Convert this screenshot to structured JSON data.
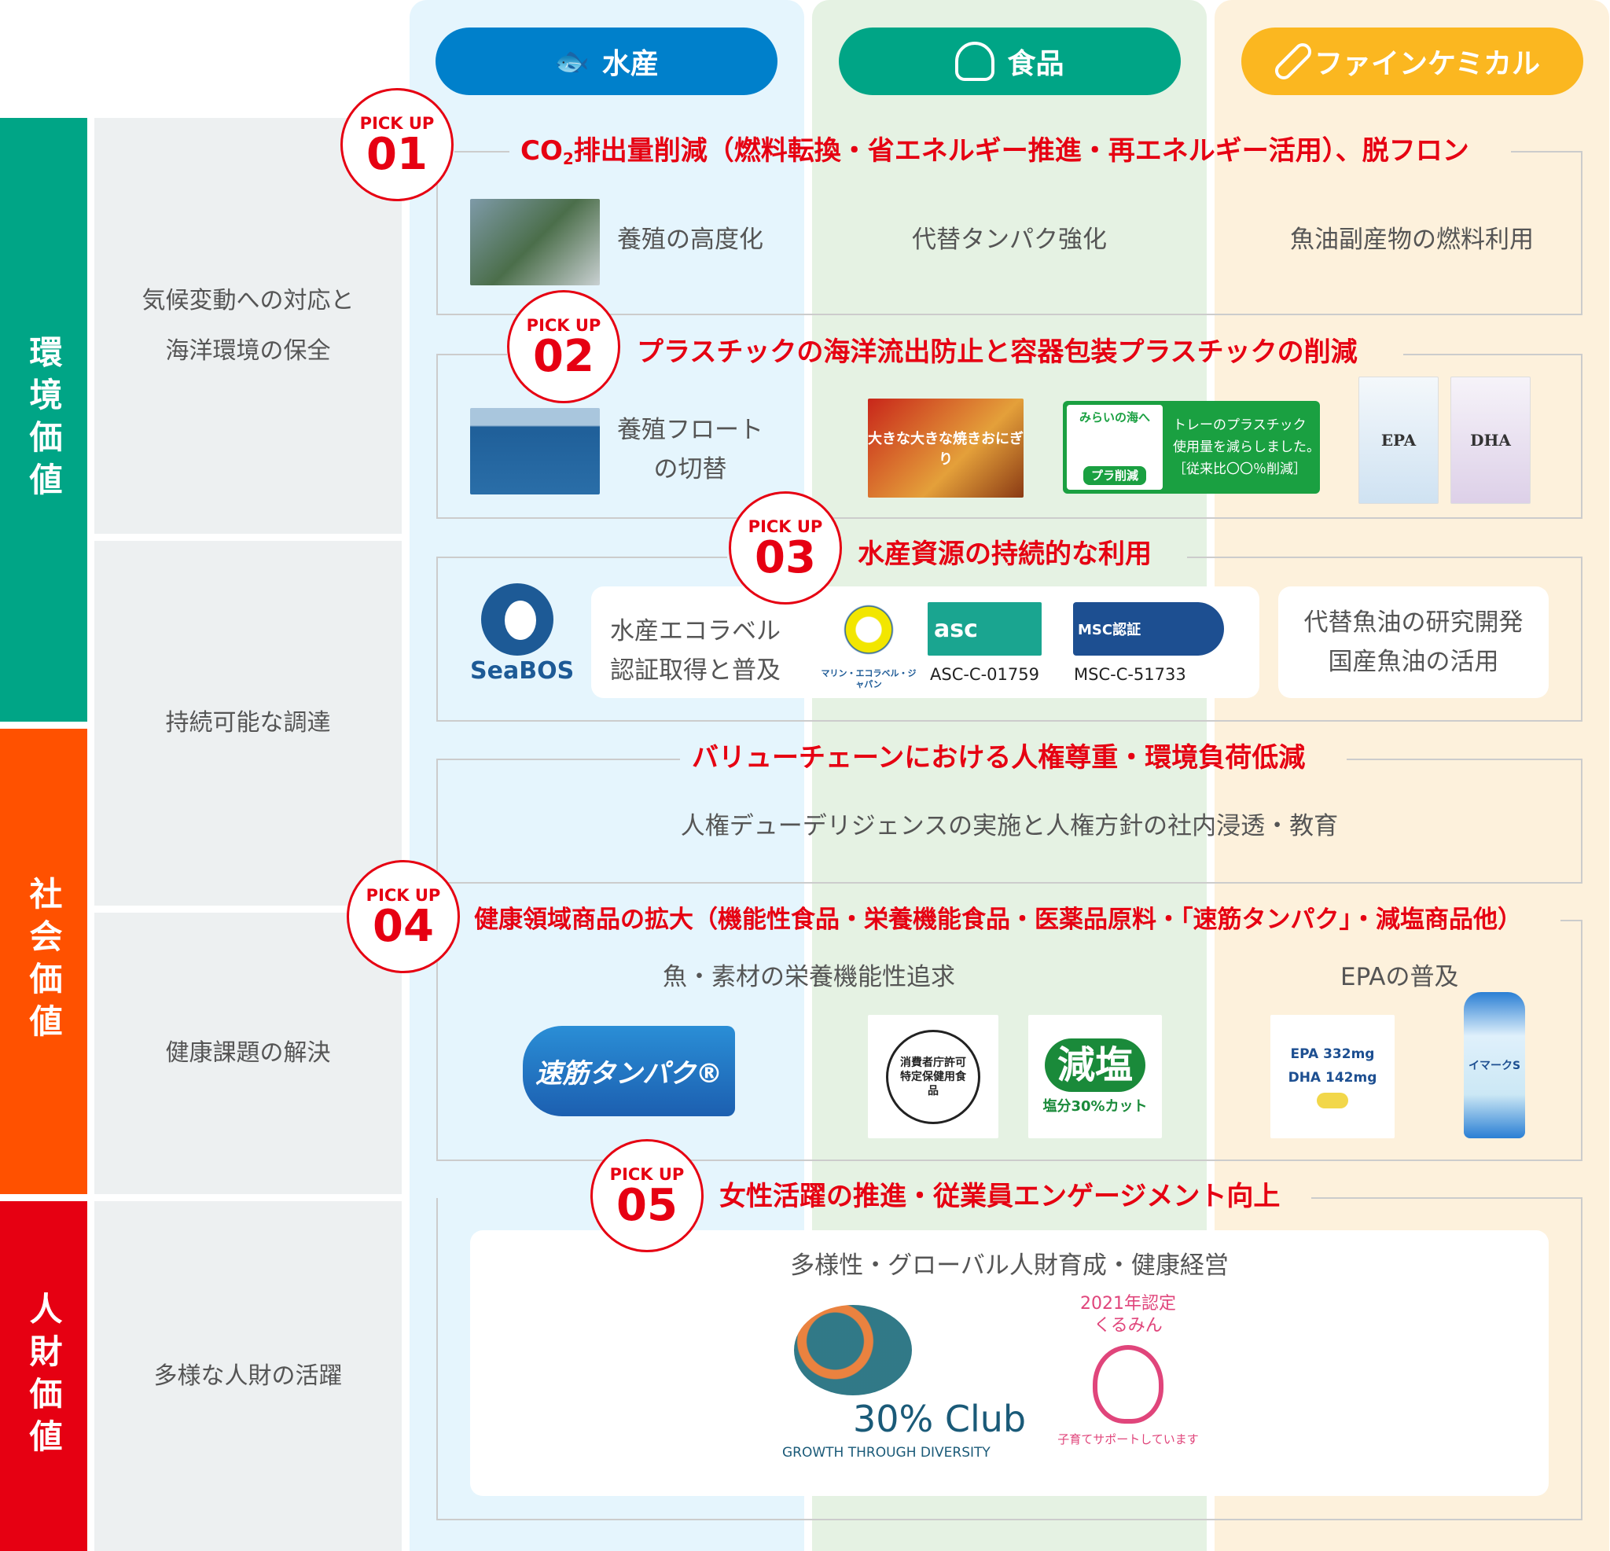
{
  "columns": [
    {
      "label": "水産",
      "icon": "fish-icon",
      "color": "#0080cb",
      "bg": "#e5f5fd"
    },
    {
      "label": "食品",
      "icon": "onigiri-icon",
      "color": "#00a586",
      "bg": "#e5f2e3"
    },
    {
      "label": "ファインケミカル",
      "icon": "capsule-icon",
      "color": "#fbb720",
      "bg": "#fdf1dc"
    }
  ],
  "categories": [
    {
      "label": "環境価値",
      "color": "#00a586"
    },
    {
      "label": "社会価値",
      "color": "#ff5100"
    },
    {
      "label": "人財価値",
      "color": "#e60012"
    }
  ],
  "themes": {
    "climate": [
      "気候変動への対応と",
      "海洋環境の保全"
    ],
    "procurement": "持続可能な調達",
    "health": "健康課題の解決",
    "diversity": "多様な人財の活躍"
  },
  "pickup_label": "PICK UP",
  "sections": {
    "s1": {
      "num": "01",
      "title_pre": "CO",
      "title_sub": "2",
      "title": "排出量削減（燃料転換・省エネルギー推進・再エネルギー活用）、脱フロン",
      "items": [
        "養殖の高度化",
        "代替タンパク強化",
        "魚油副産物の燃料利用"
      ]
    },
    "s2": {
      "num": "02",
      "title": "プラスチックの海洋流出防止と容器包装プラスチックの削減",
      "item1": [
        "養殖フロート",
        "の切替"
      ],
      "onigiri_pkg": "大きな大きな焼きおにぎり",
      "tray_logo": "みらいの海へ",
      "tray_badge": "プラ削減",
      "tray_text": [
        "トレーのプラスチック",
        "使用量を減らしました。",
        "［従来比〇〇％削減］"
      ],
      "epa_pkg": "EPA",
      "dha_pkg": "DHA"
    },
    "s3": {
      "num": "03",
      "title": "水産資源の持続的な利用",
      "seabos": "SeaBOS",
      "eco": [
        "水産エコラベル",
        "認証取得と普及"
      ],
      "melj": "マリン・エコラベル・ジャパン",
      "asc_logo": "asc",
      "asc_code": "ASC-C-01759",
      "msc_logo": "MSC認証",
      "msc_code": "MSC-C-51733",
      "right": [
        "代替魚油の研究開発",
        "国産魚油の活用"
      ]
    },
    "s4": {
      "title": "バリューチェーンにおける人権尊重・環境負荷低減",
      "text": "人権デューデリジェンスの実施と人権方針の社内浸透・教育"
    },
    "s5": {
      "num": "04",
      "title": "健康領域商品の拡大（機能性食品・栄養機能食品・医薬品原料・「速筋タンパク」・減塩商品他）",
      "left": "魚・素材の栄養機能性追求",
      "right": "EPAの普及",
      "sokkin": "速筋タンパク®",
      "tokuho": "消費者庁許可 特定保健用食品",
      "genen": "減塩",
      "genen_sub": "塩分30%カット",
      "epa": "EPA 332mg",
      "dha": "DHA 142mg",
      "imark": "イマークS"
    },
    "s6": {
      "num": "05",
      "title": "女性活躍の推進・従業員エンゲージメント向上",
      "text": "多様性・グローバル人財育成・健康経営",
      "club": "30% Club",
      "club_sub": "GROWTH THROUGH DIVERSITY",
      "kurumin_top": "2021年認定",
      "kurumin": "くるみん",
      "kurumin_bottom": "子育てサポートしています"
    }
  }
}
